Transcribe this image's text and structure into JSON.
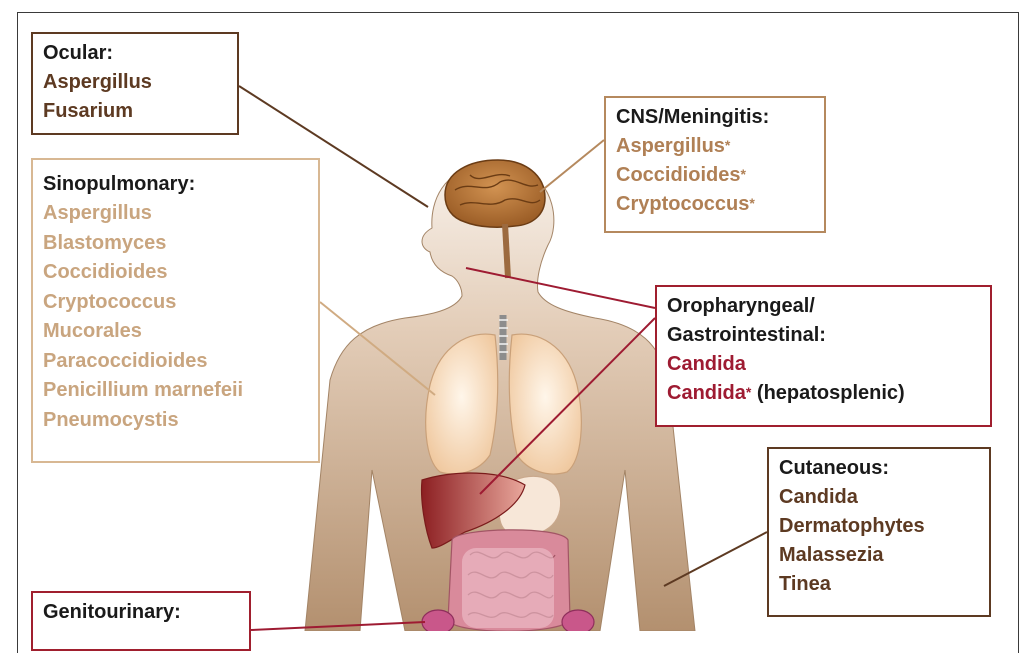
{
  "ocular": {
    "title": "Ocular:",
    "items": [
      "Aspergillus",
      "Fusarium"
    ]
  },
  "sinopulmonary": {
    "title": "Sinopulmonary:",
    "items": [
      "Aspergillus",
      "Blastomyces",
      "Coccidioides",
      "Cryptococcus",
      "Mucorales",
      "Paracoccidioides",
      "Penicillium marnefeii",
      "Pneumocystis"
    ]
  },
  "cns": {
    "title": "CNS/Meningitis:",
    "items": [
      "Aspergillus",
      "Coccidioides",
      "Cryptococcus"
    ],
    "asterisk": "*"
  },
  "oropharyngeal": {
    "title_line1": "Oropharyngeal/",
    "title_line2": "Gastrointestinal:",
    "item1": "Candida",
    "item2": "Candida",
    "item2_asterisk": "*",
    "item2_note": " (hepatosplenic)"
  },
  "cutaneous": {
    "title": "Cutaneous:",
    "items": [
      "Candida",
      "Dermatophytes",
      "Malassezia",
      "Tinea"
    ]
  },
  "genitourinary": {
    "title": "Genitourinary:"
  },
  "colors": {
    "ocular_border": "#5d3a22",
    "sino_border": "#d8b893",
    "cns_border": "#b5895e",
    "oro_border": "#a01f2e",
    "body_fill": "#c9a98a",
    "brain_fill": "#b8763a",
    "liver_fill": "#9e2a2a",
    "lung_fill": "#f5d7b5"
  }
}
